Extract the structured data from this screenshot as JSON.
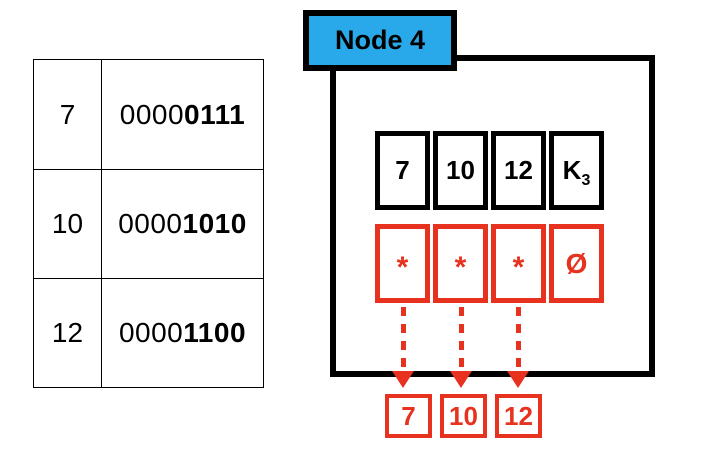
{
  "colors": {
    "node_header_blue": "#29A9EA",
    "pointer_red": "#E6321E",
    "outline_black": "#000000"
  },
  "binary_table": {
    "rows": [
      {
        "key": "7",
        "binary_prefix": "0000",
        "binary_suffix": "0111"
      },
      {
        "key": "10",
        "binary_prefix": "0000",
        "binary_suffix": "1010"
      },
      {
        "key": "12",
        "binary_prefix": "0000",
        "binary_suffix": "1100"
      }
    ]
  },
  "node": {
    "title": "Node 4",
    "keys": [
      "7",
      "10",
      "12"
    ],
    "key_slot_label": {
      "base": "K",
      "sub": "3"
    },
    "pointers": [
      "*",
      "*",
      "*",
      "Ø"
    ],
    "children": [
      "7",
      "10",
      "12"
    ]
  }
}
